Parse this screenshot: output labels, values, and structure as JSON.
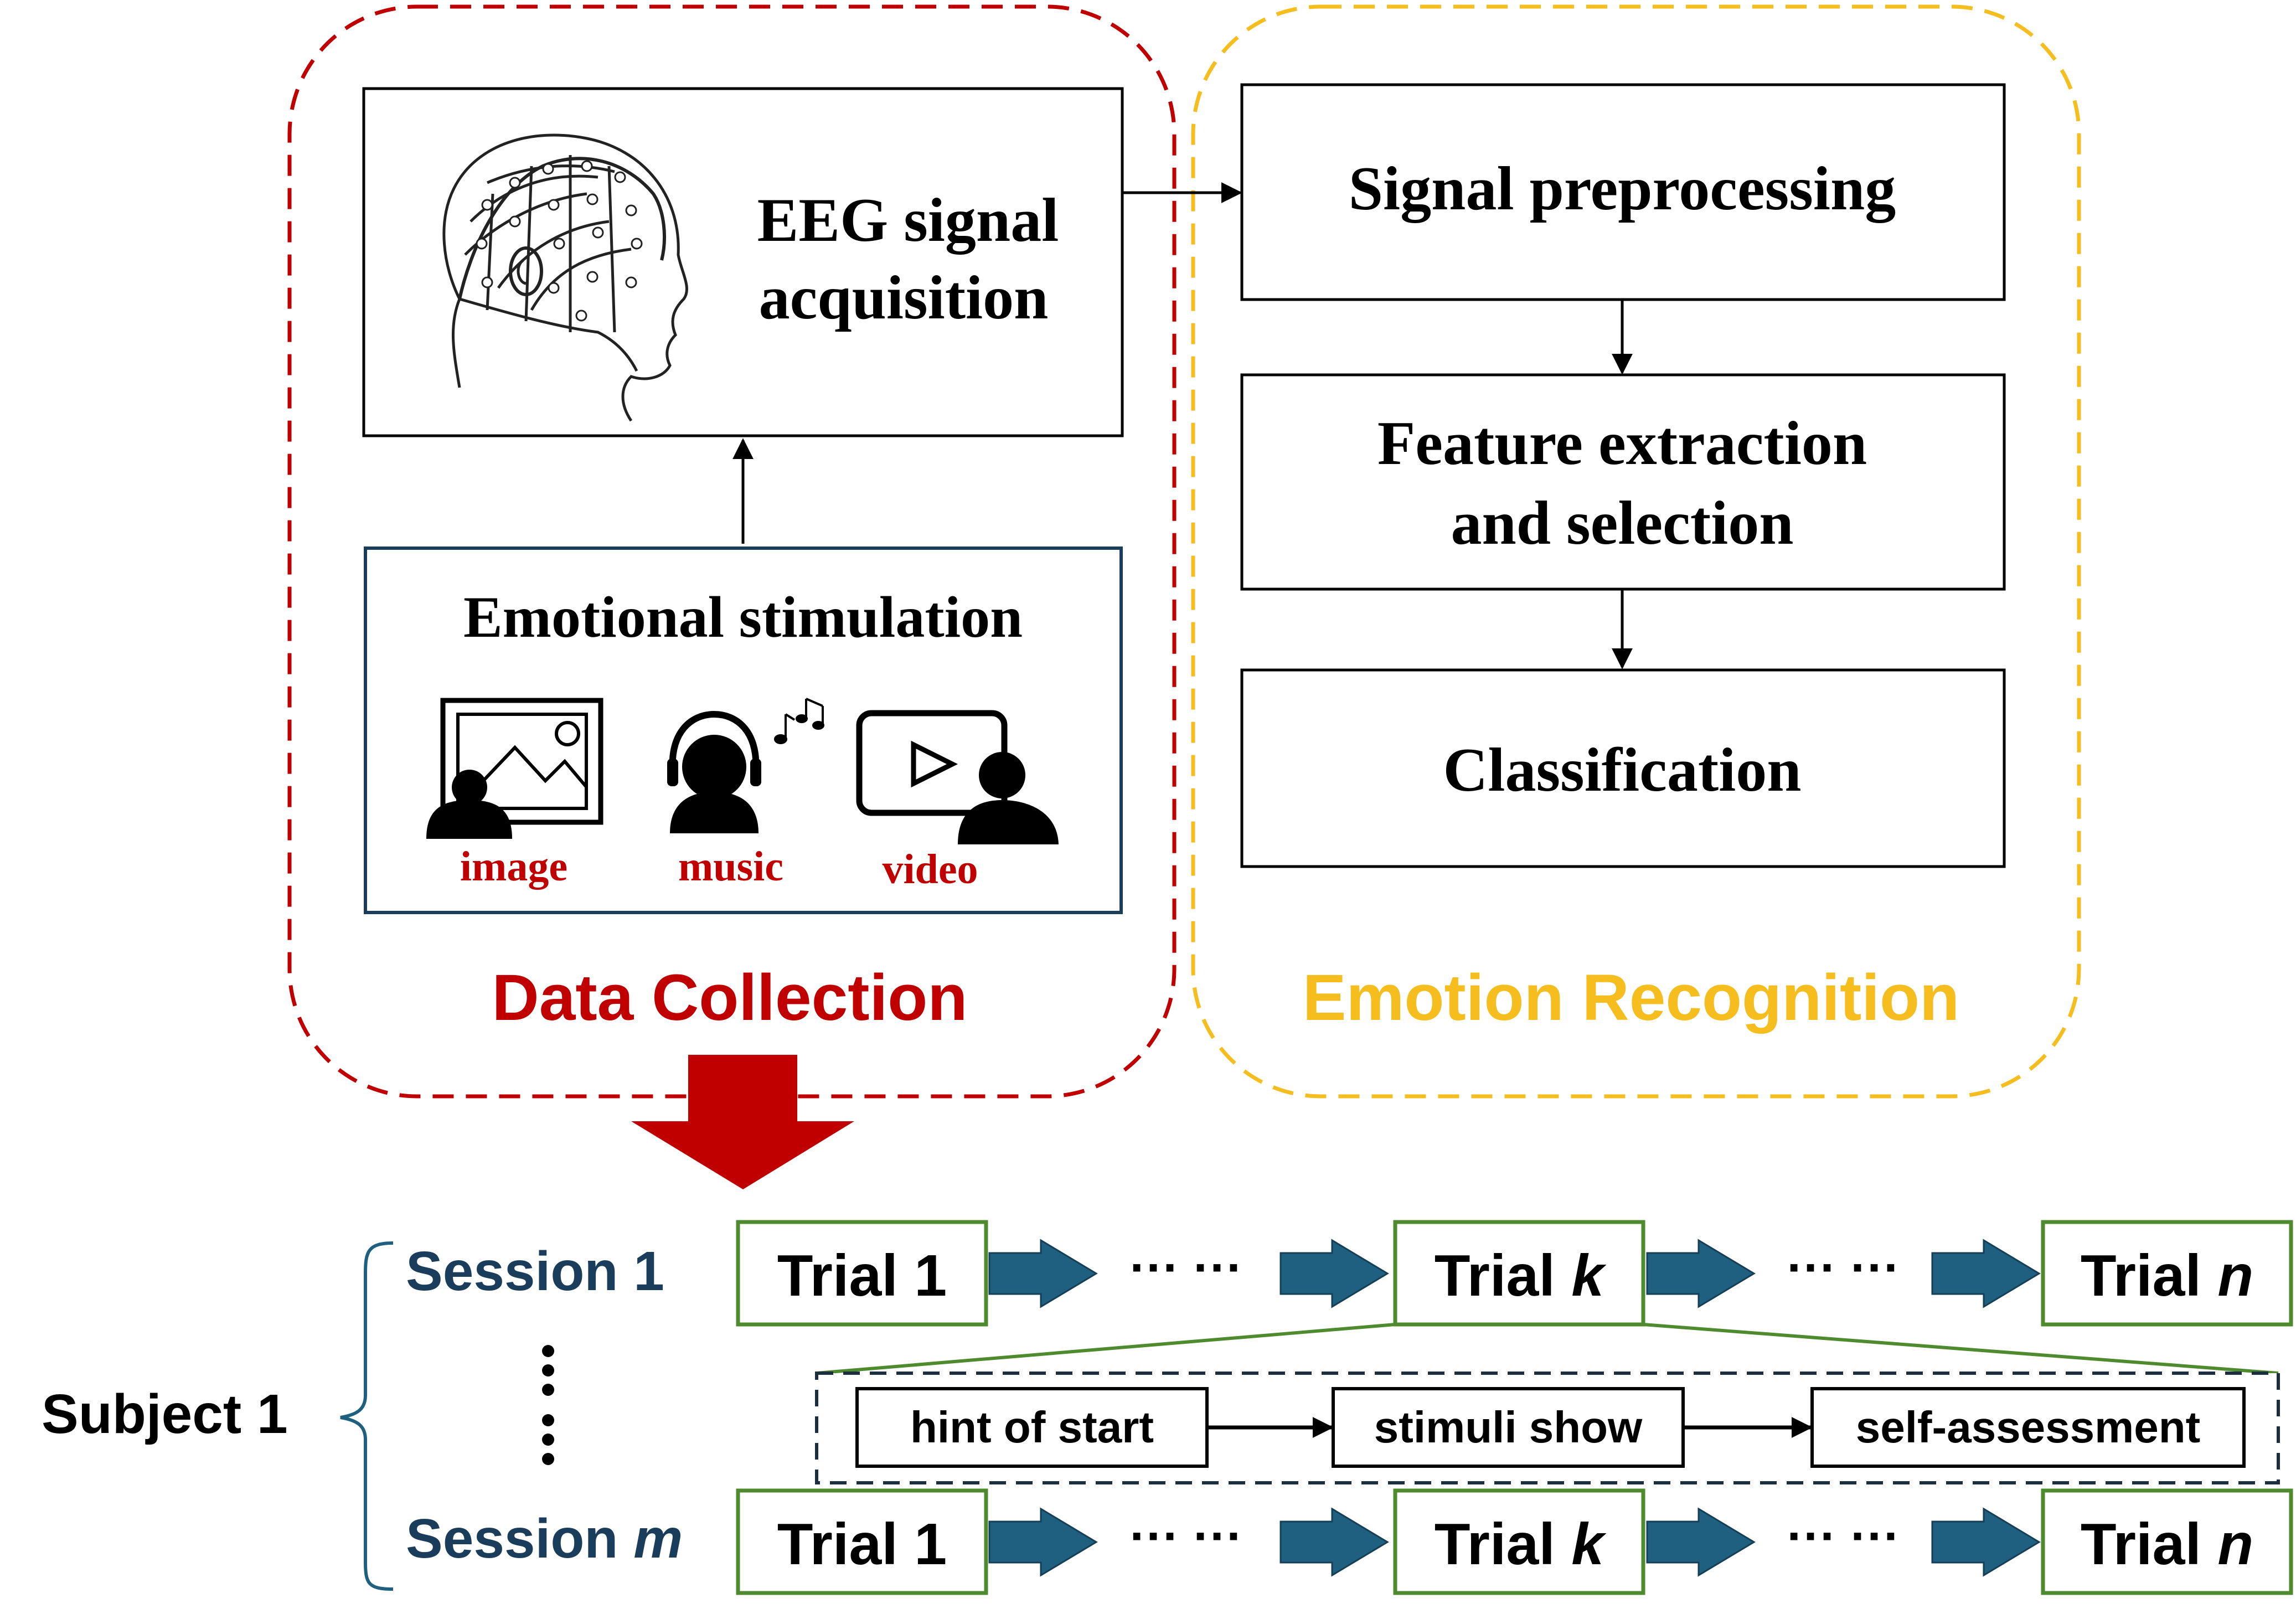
{
  "colors": {
    "data_collection": "#C00000",
    "emotion_recognition": "#F5BE1E",
    "session_text": "#1B3D5C",
    "arrow_fill": "#1F5F80",
    "trial_border": "#4E8A2E",
    "trial_detail_border": "#1B2F40",
    "icon_label": "#C00000"
  },
  "data_collection": {
    "title": "Data Collection",
    "eeg_box": {
      "line1": "EEG signal",
      "line2": "acquisition"
    },
    "stim_box": {
      "title": "Emotional stimulation",
      "icons": [
        {
          "icon": "image-icon",
          "label": "image"
        },
        {
          "icon": "music-icon",
          "label": "music"
        },
        {
          "icon": "video-icon",
          "label": "video"
        }
      ]
    }
  },
  "emotion_recognition": {
    "title": "Emotion Recognition",
    "steps": [
      {
        "line1": "Signal preprocessing",
        "line2": ""
      },
      {
        "line1": "Feature extraction",
        "line2": "and selection"
      },
      {
        "line1": "Classification",
        "line2": ""
      }
    ]
  },
  "subject": {
    "label": "Subject 1",
    "sessions": [
      {
        "prefix": "Session ",
        "suffix": "1",
        "trials": [
          {
            "prefix": "Trial ",
            "suffix": "1",
            "suffix_italic": false
          },
          {
            "prefix": "Trial ",
            "suffix": "k",
            "suffix_italic": true
          },
          {
            "prefix": "Trial ",
            "suffix": "n",
            "suffix_italic": true
          }
        ]
      },
      {
        "prefix": "Session ",
        "suffix": "m",
        "trials": [
          {
            "prefix": "Trial ",
            "suffix": "1",
            "suffix_italic": false
          },
          {
            "prefix": "Trial ",
            "suffix": "k",
            "suffix_italic": true
          },
          {
            "prefix": "Trial ",
            "suffix": "n",
            "suffix_italic": true
          }
        ]
      }
    ],
    "ellipsis": "··· ···",
    "trial_steps": [
      "hint of start",
      "stimuli show",
      "self-assessment"
    ]
  }
}
